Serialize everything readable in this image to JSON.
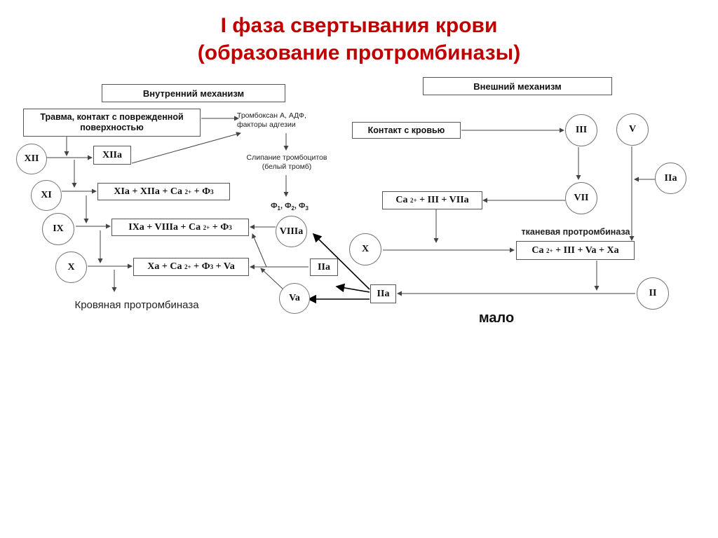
{
  "title": {
    "line1": "I фаза свертывания крови",
    "line2": "(образование протромбиназы)"
  },
  "intrinsic": {
    "header": "Внутренний механизм",
    "trauma": "Травма, контакт с поврежденной поверхностью",
    "platelet_factors": "Тромбоксан А, АДФ, факторы адгезии",
    "aggregation": "Слипание тромбоцитов (белый тромб)",
    "phi_factors": "Ф1, Ф2, Ф3",
    "c_XII": "XII",
    "b_XIIa": "XIIa",
    "c_XI": "XI",
    "b_XIa": "XIa + XIIa + Ca 2+ + Ф3",
    "c_IX": "IX",
    "b_IXa": "IXa + VIIIa + Ca 2+ + Ф3",
    "c_VIIIa": "VIIIa",
    "c_X": "X",
    "b_Xa": "Xa + Ca 2+ + Ф3 + Va",
    "b_IIa": "IIa",
    "c_Va": "Va",
    "blood_prothrombinase": "Кровяная протромбиназа"
  },
  "extrinsic": {
    "header": "Внешний механизм",
    "contact": "Контакт с кровью",
    "c_III": "III",
    "c_V": "V",
    "c_VII": "VII",
    "c_IIa": "IIa",
    "b_VIIa": "Ca 2+ + III + VIIa",
    "tissue_label": "тканевая протромбиназа",
    "b_tissue": "Ca 2+ + III + Va + Xa",
    "c_X": "X",
    "b_IIa": "IIa",
    "c_II": "II",
    "little": "мало"
  }
}
